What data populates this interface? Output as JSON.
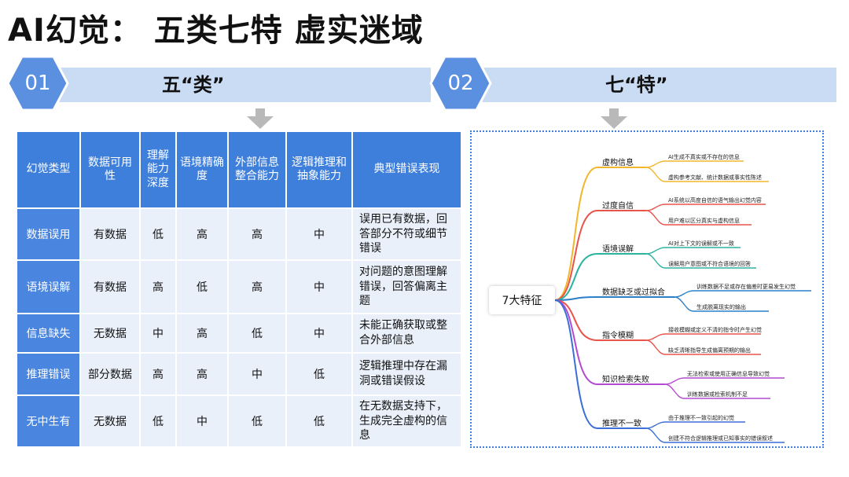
{
  "title": "AI幻觉： 五类七特  虚实迷域",
  "sections": [
    {
      "number": "01",
      "title": "五“类”"
    },
    {
      "number": "02",
      "title": "七“特”"
    }
  ],
  "colors": {
    "hex": "#5b8fe0",
    "band": "#c9dcf3",
    "table_header": "#3f7fdc",
    "table_cell": "#e9f0fa"
  },
  "table": {
    "headers": [
      "幻觉类型",
      "数据可用性",
      "理解能力深度",
      "语境精确度",
      "外部信息整合能力",
      "逻辑推理和抽象能力",
      "典型错误表现"
    ],
    "rows": [
      [
        "数据误用",
        "有数据",
        "低",
        "高",
        "高",
        "中",
        "误用已有数据，回答部分不符或细节错误"
      ],
      [
        "语境误解",
        "有数据",
        "高",
        "低",
        "高",
        "中",
        "对问题的意图理解错误，回答偏离主题"
      ],
      [
        "信息缺失",
        "无数据",
        "中",
        "高",
        "低",
        "中",
        "未能正确获取或整合外部信息"
      ],
      [
        "推理错误",
        "部分数据",
        "高",
        "高",
        "中",
        "低",
        "逻辑推理中存在漏洞或错误假设"
      ],
      [
        "无中生有",
        "无数据",
        "低",
        "中",
        "低",
        "低",
        "在无数据支持下，生成完全虚构的信息"
      ]
    ]
  },
  "mindmap": {
    "root": "7大特征",
    "features": [
      {
        "name": "虚构信息",
        "color": "#f2b62b",
        "leaves": [
          "AI生成不真实或不存在的信息",
          "虚构参考文献、统计数据或事实性陈述"
        ]
      },
      {
        "name": "过度自信",
        "color": "#e8534a",
        "leaves": [
          "AI系统以高度自信的语气输出幻觉内容",
          "用户难以区分真实与虚构信息"
        ]
      },
      {
        "name": "语境误解",
        "color": "#2bb3a0",
        "leaves": [
          "AI对上下文的误解或不一致",
          "误解用户意图或不符合语境的回答"
        ]
      },
      {
        "name": "数据缺乏或过拟合",
        "color": "#2a7fc9",
        "leaves": [
          "训练数据不足或存在偏差时更易发生幻觉",
          "生成脱离现实的输出"
        ]
      },
      {
        "name": "指令模糊",
        "color": "#e8534a",
        "leaves": [
          "接收模糊或定义不清的指令时产生幻觉",
          "缺乏清晰指导生成偏离预期的输出"
        ]
      },
      {
        "name": "知识检索失败",
        "color": "#b44ad1",
        "leaves": [
          "无法检索或使用正确信息导致幻觉",
          "训练数据或检索机制不足"
        ]
      },
      {
        "name": "推理不一致",
        "color": "#3a6fd8",
        "leaves": [
          "由于推理不一致引起的幻觉",
          "创建不符合逻辑推理或已知事实的错误叙述"
        ]
      }
    ]
  }
}
